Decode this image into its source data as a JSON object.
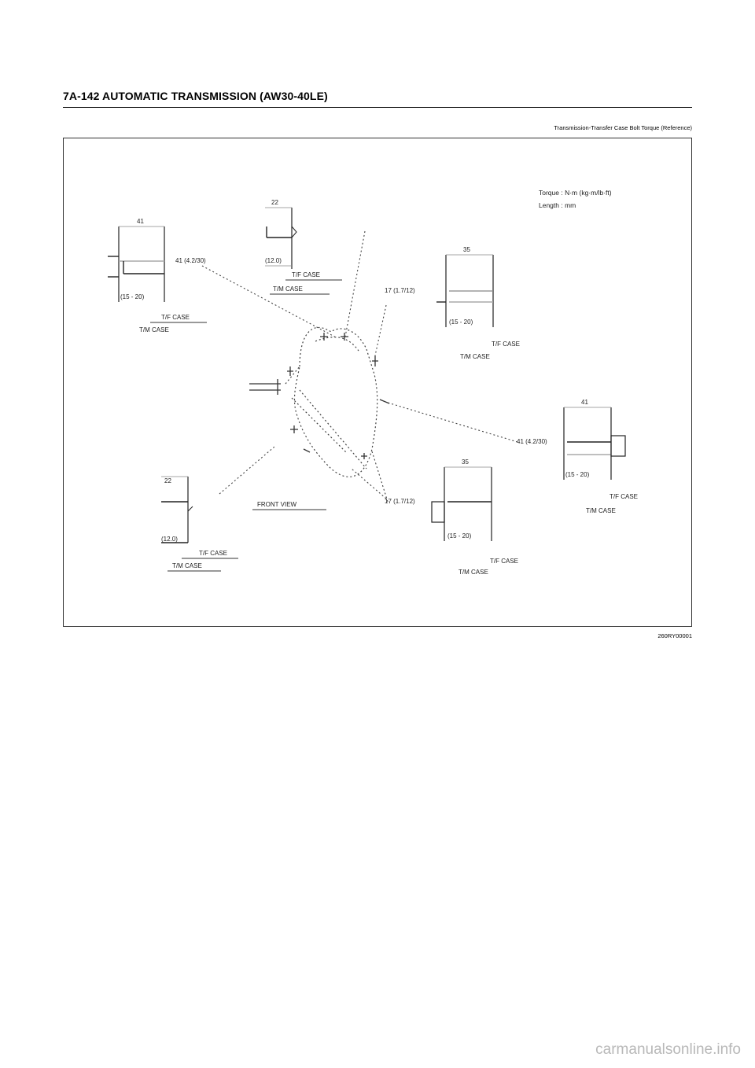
{
  "header": {
    "title": "7A-142  AUTOMATIC TRANSMISSION (AW30-40LE)"
  },
  "figure": {
    "caption": "Transmission-Transfer Case Bolt Torque (Reference)",
    "id": "260RY00001",
    "note_line1": "Torque : N·m (kg·m/lb·ft)",
    "note_line2": "Length : mm",
    "front_view_label": "FRONT VIEW",
    "bolts": [
      {
        "length": "41",
        "torque": "41 (4.2/30)",
        "grip": "(15 - 20)",
        "case_upper": "T/F CASE",
        "case_lower": "T/M CASE"
      },
      {
        "length": "22",
        "torque": "",
        "grip": "(12.0)",
        "case_upper": "T/F CASE",
        "case_lower": "T/M CASE"
      },
      {
        "length": "35",
        "torque": "17 (1.7/12)",
        "grip": "(15 - 20)",
        "case_upper": "T/F CASE",
        "case_lower": "T/M CASE"
      },
      {
        "length": "41",
        "torque": "41 (4.2/30)",
        "grip": "(15 - 20)",
        "case_upper": "T/F CASE",
        "case_lower": "T/M CASE"
      },
      {
        "length": "35",
        "torque": "17 (1.7/12)",
        "grip": "(15 - 20)",
        "case_upper": "T/F CASE",
        "case_lower": "T/M CASE"
      },
      {
        "length": "22",
        "torque": "",
        "grip": "(12.0)",
        "case_upper": "T/F CASE",
        "case_lower": "T/M CASE"
      }
    ]
  },
  "footer": {
    "site": "carmanualsonline.info"
  }
}
